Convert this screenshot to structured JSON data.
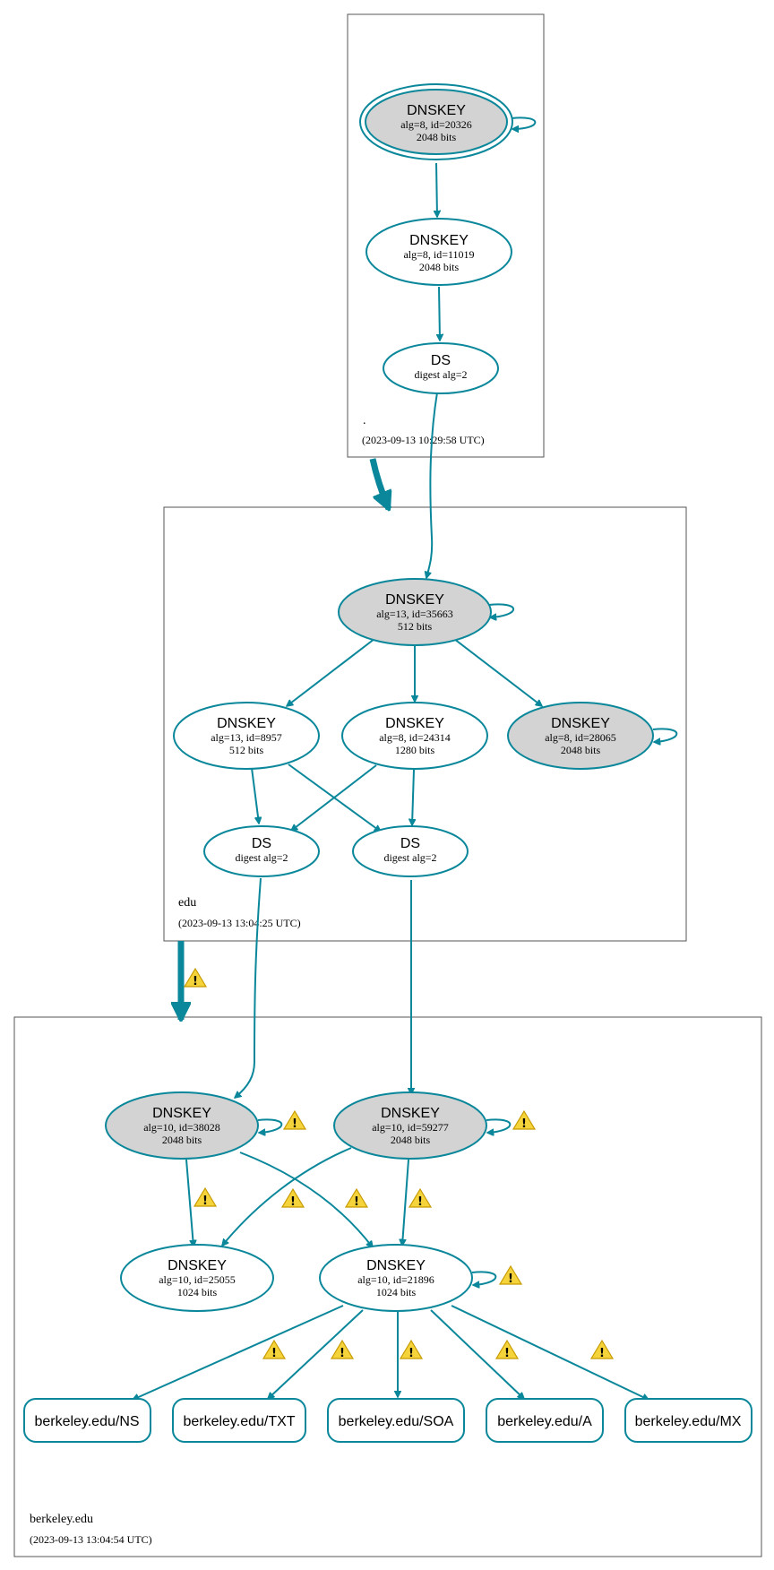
{
  "zones": {
    "root": {
      "name": ".",
      "timestamp": "(2023-09-13 10:29:58 UTC)"
    },
    "edu": {
      "name": "edu",
      "timestamp": "(2023-09-13 13:04:25 UTC)"
    },
    "berkeley": {
      "name": "berkeley.edu",
      "timestamp": "(2023-09-13 13:04:54 UTC)"
    }
  },
  "nodes": {
    "root_ksk": {
      "title": "DNSKEY",
      "line1": "alg=8, id=20326",
      "line2": "2048 bits"
    },
    "root_zsk": {
      "title": "DNSKEY",
      "line1": "alg=8, id=11019",
      "line2": "2048 bits"
    },
    "root_ds": {
      "title": "DS",
      "line1": "digest alg=2"
    },
    "edu_ksk": {
      "title": "DNSKEY",
      "line1": "alg=13, id=35663",
      "line2": "512 bits"
    },
    "edu_zsk1": {
      "title": "DNSKEY",
      "line1": "alg=13, id=8957",
      "line2": "512 bits"
    },
    "edu_zsk2": {
      "title": "DNSKEY",
      "line1": "alg=8, id=24314",
      "line2": "1280 bits"
    },
    "edu_ksk2": {
      "title": "DNSKEY",
      "line1": "alg=8, id=28065",
      "line2": "2048 bits"
    },
    "edu_ds1": {
      "title": "DS",
      "line1": "digest alg=2"
    },
    "edu_ds2": {
      "title": "DS",
      "line1": "digest alg=2"
    },
    "bk_ksk1": {
      "title": "DNSKEY",
      "line1": "alg=10, id=38028",
      "line2": "2048 bits"
    },
    "bk_ksk2": {
      "title": "DNSKEY",
      "line1": "alg=10, id=59277",
      "line2": "2048 bits"
    },
    "bk_zsk1": {
      "title": "DNSKEY",
      "line1": "alg=10, id=25055",
      "line2": "1024 bits"
    },
    "bk_zsk2": {
      "title": "DNSKEY",
      "line1": "alg=10, id=21896",
      "line2": "1024 bits"
    }
  },
  "records": {
    "ns": "berkeley.edu/NS",
    "txt": "berkeley.edu/TXT",
    "soa": "berkeley.edu/SOA",
    "a": "berkeley.edu/A",
    "mx": "berkeley.edu/MX"
  },
  "colors": {
    "edge": "#0a879a",
    "key_fill": "#d3d3d3",
    "warning": "#f5d33a"
  },
  "icons": {
    "warning": "warning-triangle-icon"
  }
}
